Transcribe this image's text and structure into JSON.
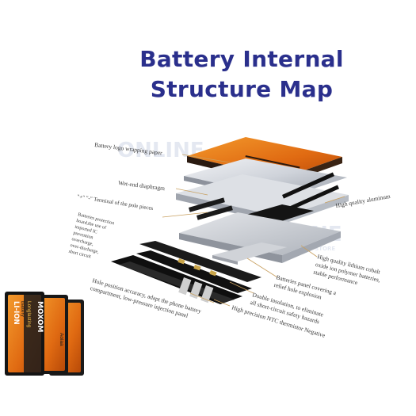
{
  "title": {
    "line1": "Battery Internal",
    "line2": "Structure Map"
  },
  "watermark": {
    "text": "ONLINE",
    "subtext": "BATTERY STORE"
  },
  "labels": {
    "logo_wrap": "Battery logo wrapping paper",
    "wet_end": "Wet-end diaphragm",
    "terminal": "\"+\" \"-\" Terminal of the pole pieces",
    "protection_1": "Batteries protection",
    "protection_2": "board,the use of",
    "protection_3": "imported IC",
    "protection_4": "prevention",
    "protection_5": "overcharge,",
    "protection_6": "over-discharge,",
    "protection_7": "short circuit",
    "aluminum": "High quality aluminum",
    "lithium_1": "High quality lithium cobalt",
    "lithium_2": "oxide ion polymer batteries,",
    "lithium_3": "stable performance",
    "panel_1": "Batteries panel covering a",
    "panel_2": "relief hole explosion",
    "insulation_1": "Double insulation, to eliminate",
    "insulation_2": "all short-circuit safety hazards",
    "ntc": "High precision NTC thermistor Negative",
    "hole_1": "Hole position accuracy, adapt the phone battery",
    "hole_2": "compartment, low-pressure injection panel"
  },
  "product": {
    "brand": "MOXOM",
    "type": "LI-ION",
    "line1": "battery",
    "line2": "Longlasting",
    "model": "Aoiaa"
  },
  "colors": {
    "title": "#2a2f8c",
    "orange": "#e8761c",
    "black": "#151515",
    "aluminum": "#c9ccd2",
    "leader": "#c8a060"
  }
}
